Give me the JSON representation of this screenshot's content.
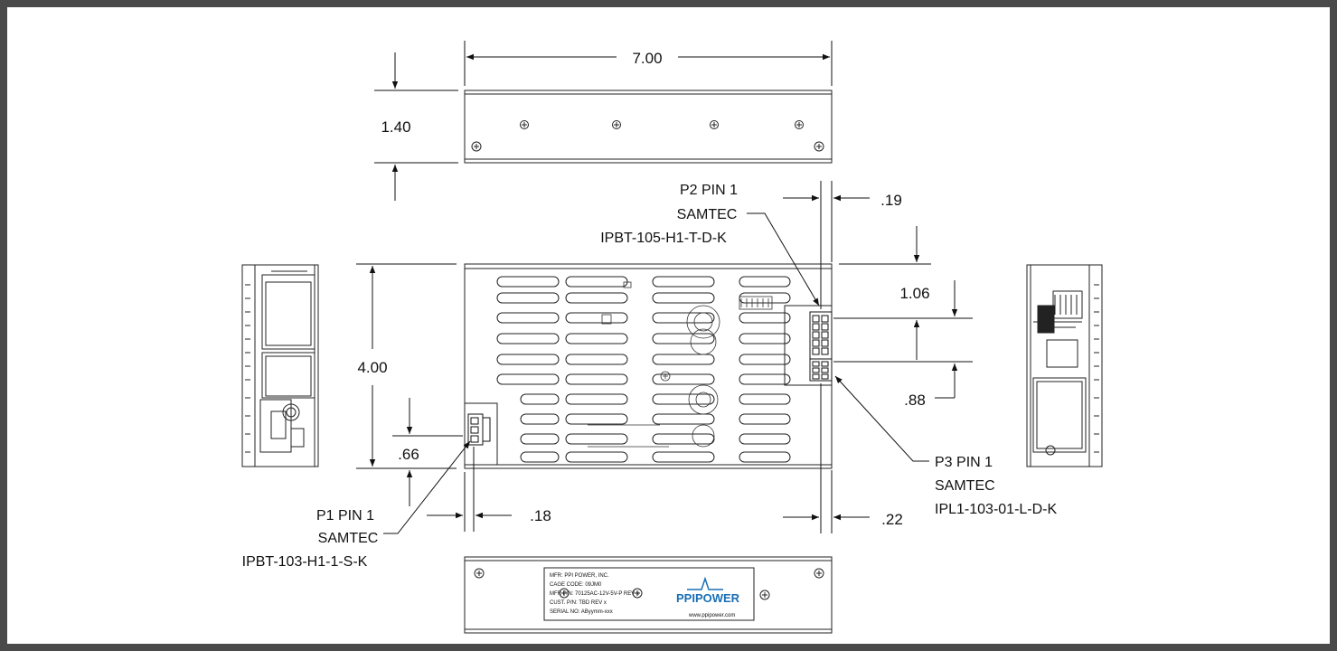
{
  "dimensions": {
    "width": "7.00",
    "top_height": "1.40",
    "height": "4.00",
    "p1_offset_y": ".66",
    "p1_offset_x": ".18",
    "p2_offset_x": ".19",
    "p2_offset_y": "1.06",
    "p3_offset_y": ".88",
    "p3_offset_x": ".22"
  },
  "callouts": {
    "p1": {
      "line1": "P1 PIN 1",
      "line2": "SAMTEC",
      "line3": "IPBT-103-H1-1-S-K"
    },
    "p2": {
      "line1": "P2 PIN 1",
      "line2": "SAMTEC",
      "line3": "IPBT-105-H1-T-D-K"
    },
    "p3": {
      "line1": "P3 PIN 1",
      "line2": "SAMTEC",
      "line3": "IPL1-103-01-L-D-K"
    }
  },
  "label": {
    "mfr": "MFR: PPI POWER, INC.",
    "cage": "CAGE CODE: 09JM0",
    "mfr_pn": "MFR P/N:  70125AC-12V-5V-P REV x",
    "cust_pn": "CUST. P/N:  TBD REV x",
    "serial": "SERIAL NO:  AByymm-xxx",
    "brand": "PPIPOWER",
    "website": "www.ppipower.com"
  }
}
